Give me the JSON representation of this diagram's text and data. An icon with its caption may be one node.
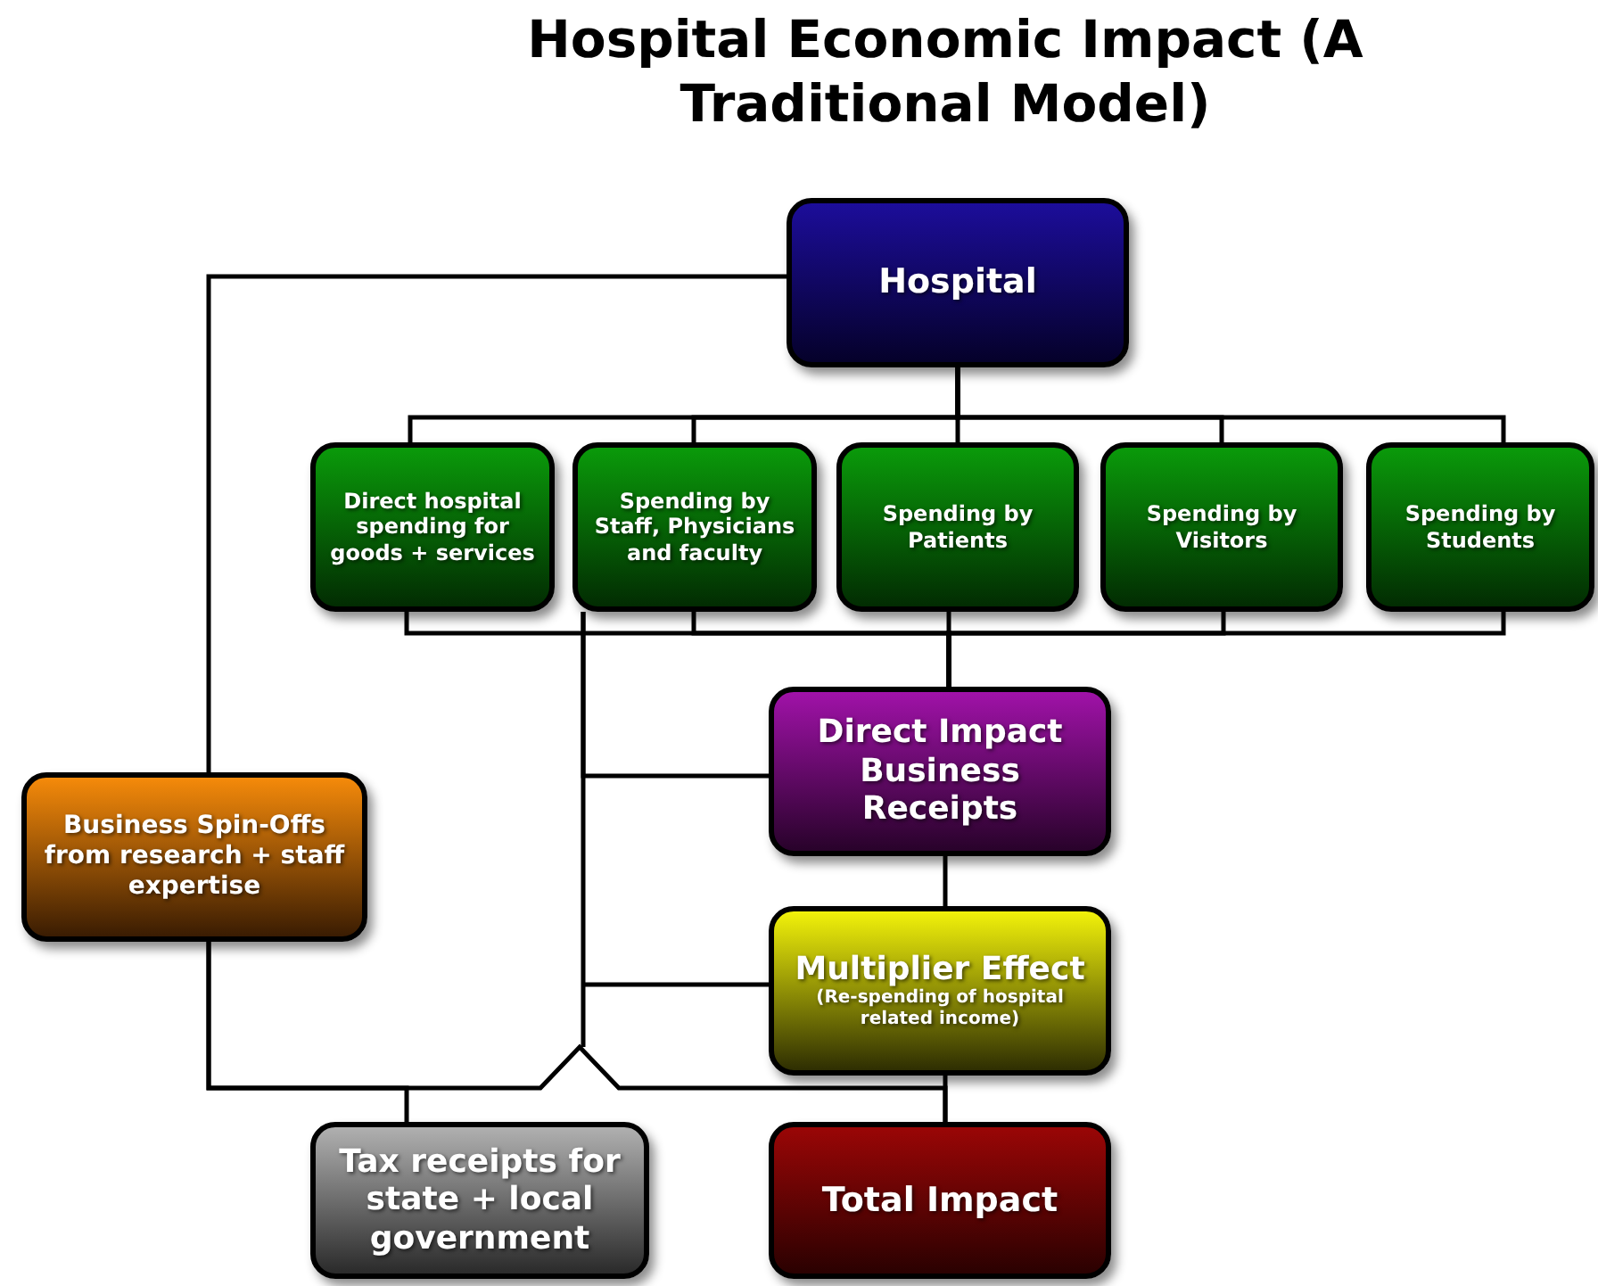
{
  "diagram": {
    "title": "Hospital Economic Impact (A Traditional Model)",
    "nodes": [
      {
        "text": [
          "Hospital"
        ]
      },
      {
        "text": [
          "Direct hospital spending for goods + services"
        ]
      },
      {
        "text": [
          "Spending by Staff, Physicians and faculty"
        ]
      },
      {
        "text": [
          "Spending by Patients"
        ]
      },
      {
        "text": [
          "Spending by Visitors"
        ]
      },
      {
        "text": [
          "Spending by Students"
        ]
      },
      {
        "text": [
          "Direct Impact Business Receipts"
        ]
      },
      {
        "text": [
          "Business Spin-Offs from research + staff expertise"
        ]
      },
      {
        "text": [
          "Multiplier Effect",
          "(Re-spending of hospital related income)"
        ]
      },
      {
        "text": [
          "Tax receipts for state + local government"
        ]
      },
      {
        "text": [
          "Total Impact"
        ]
      }
    ],
    "edges": [
      {
        "from": 0,
        "to": 1,
        "arrow": "none"
      },
      {
        "from": 0,
        "to": 2,
        "arrow": "none"
      },
      {
        "from": 0,
        "to": 3,
        "arrow": "none"
      },
      {
        "from": 0,
        "to": 4,
        "arrow": "none"
      },
      {
        "from": 0,
        "to": 5,
        "arrow": "none"
      },
      {
        "from": 1,
        "to": 6,
        "arrow": "none"
      },
      {
        "from": 2,
        "to": 6,
        "arrow": "none"
      },
      {
        "from": 3,
        "to": 6,
        "arrow": "none"
      },
      {
        "from": 4,
        "to": 6,
        "arrow": "none"
      },
      {
        "from": 5,
        "to": 6,
        "arrow": "none"
      },
      {
        "from": 0,
        "to": 7,
        "arrow": "none"
      },
      {
        "from": 2,
        "to": 6,
        "arrow": "none"
      },
      {
        "from": 2,
        "to": 8,
        "arrow": "none"
      },
      {
        "from": 6,
        "to": 8,
        "arrow": "none"
      },
      {
        "from": 8,
        "to": 10,
        "arrow": "none"
      },
      {
        "from": 7,
        "to": 9,
        "arrow": "none"
      },
      {
        "from": 7,
        "to": 10,
        "arrow": "none"
      }
    ]
  }
}
